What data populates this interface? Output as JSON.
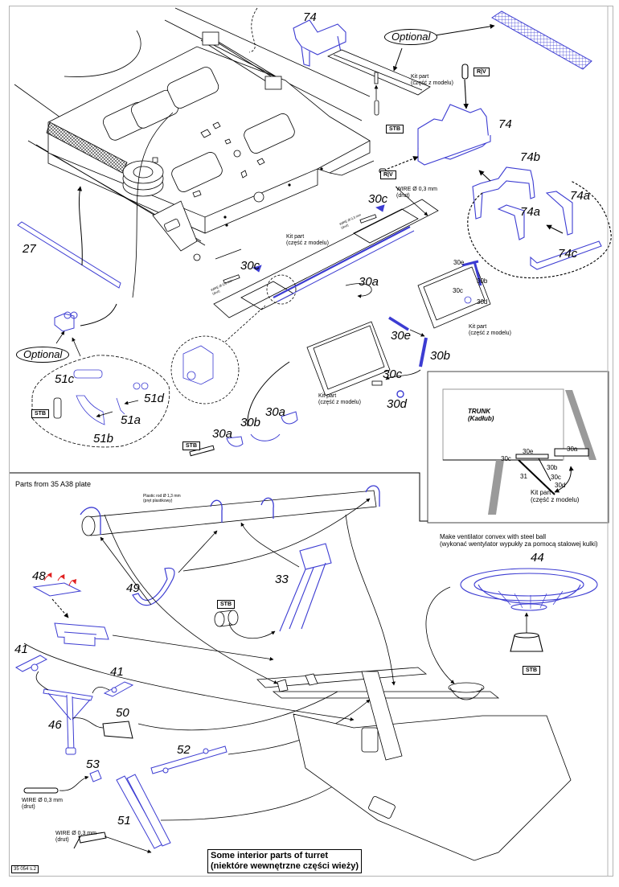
{
  "document": {
    "sheet_code": "35 054 s.2",
    "colors": {
      "part_line": "#3c3cd2",
      "ink": "#000000",
      "fold_arrow": "#e02020",
      "trunk_fill": "#9a9a9a",
      "border": "#b4b4b4"
    }
  },
  "upper": {
    "labels": {
      "p74_top": "74",
      "p74_box": "74",
      "p74a_left": "74a",
      "p74a_right": "74a",
      "p74b": "74b",
      "p74c": "74c",
      "p27": "27",
      "p30c_1": "30c",
      "p30c_2": "30c",
      "p30a_rail": "30a",
      "p30e_small": "30e",
      "p30b_small": "30b",
      "p30c_small": "30c",
      "p30d_small": "30d",
      "p30e": "30e",
      "p30b": "30b",
      "p30c": "30c",
      "p30d": "30d",
      "p30a_1": "30a",
      "p30b_2": "30b",
      "p30a_2": "30a",
      "p51a": "51a",
      "p51b": "51b",
      "p51c": "51c",
      "p51d": "51d"
    },
    "optional_top": "Optional",
    "optional_left": "Optional",
    "kit_part": "Kit part",
    "kit_part_pl": "(część z modelu)",
    "wire": "WIRE Ø 0,3 mm",
    "wire_pl": "(drut)",
    "wire_small": "WIRE Ø 0,3 mm",
    "wire_small_pl": "(drut)",
    "stb": "STB",
    "riv": "R|V",
    "inset": {
      "title": "TRUNK",
      "title_pl": "(Kadłub)",
      "labels": {
        "a": "30a",
        "e": "30e",
        "c1": "30c",
        "b": "30b",
        "c2": "30c",
        "d": "30d",
        "n31": "31"
      },
      "kit_part": "Kit part",
      "kit_part_pl": "(część z modelu)"
    }
  },
  "lower": {
    "heading": "Parts from 35 A38 plate",
    "plastic_rod": "Plastic rod Ø 1,3 mm",
    "plastic_rod_pl": "(pręt plastikowy)",
    "ventilator_note": "Make ventilator convex with steel ball",
    "ventilator_note_pl": "(wykonać wentylator wypukły za pomocą stalowej kulki)",
    "labels": {
      "p44": "44",
      "p48": "48",
      "p49": "49",
      "p33": "33",
      "p41a": "41",
      "p41b": "41",
      "p46": "46",
      "p50": "50",
      "p52": "52",
      "p53": "53",
      "p51": "51"
    },
    "stb": "STB",
    "wire": "WIRE Ø 0,3 mm",
    "wire_pl": "(drut)",
    "caption": "Some interior parts of turret",
    "caption_pl": "(niektóre wewnętrzne części wieży)"
  }
}
